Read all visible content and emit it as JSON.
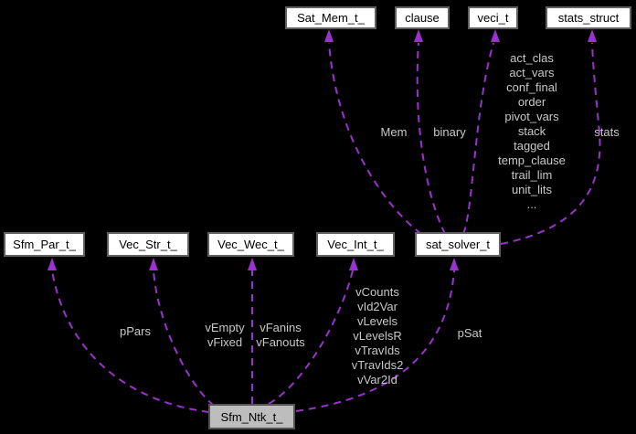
{
  "diagram": {
    "type": "collaboration-graph",
    "colors": {
      "background": "#000000",
      "edge": "#9a32cd",
      "edge_label": "#c8c8c8",
      "node_fill": "#ffffff",
      "node_border": "#606060",
      "highlight_node_fill": "#bdbdbd",
      "highlight_node_border": "#525252"
    },
    "nodes": {
      "sat_mem": {
        "label": "Sat_Mem_t_"
      },
      "clause": {
        "label": "clause"
      },
      "veci": {
        "label": "veci_t"
      },
      "stats_struct": {
        "label": "stats_struct"
      },
      "sfm_par": {
        "label": "Sfm_Par_t_"
      },
      "vec_str": {
        "label": "Vec_Str_t_"
      },
      "vec_wec": {
        "label": "Vec_Wec_t_"
      },
      "vec_int": {
        "label": "Vec_Int_t_"
      },
      "sat_solver": {
        "label": "sat_solver_t"
      },
      "sfm_ntk": {
        "label": "Sfm_Ntk_t_"
      }
    },
    "edges": {
      "solver_to_sat_mem": {
        "label": "Mem"
      },
      "solver_to_clause": {
        "label": "binary"
      },
      "solver_to_stats": {
        "label": "stats"
      },
      "solver_to_veci": {
        "labels": [
          "act_clas",
          "act_vars",
          "conf_final",
          "order",
          "pivot_vars",
          "stack",
          "tagged",
          "temp_clause",
          "trail_lim",
          "unit_lits",
          "..."
        ]
      },
      "ntk_to_sfm_par": {
        "label": "pPars"
      },
      "ntk_to_vec_str": {
        "labels": [
          "vEmpty",
          "vFixed"
        ]
      },
      "ntk_to_vec_wec": {
        "labels": [
          "vFanins",
          "vFanouts"
        ]
      },
      "ntk_to_vec_int": {
        "labels": [
          "vCounts",
          "vId2Var",
          "vLevels",
          "vLevelsR",
          "vTravIds",
          "vTravIds2",
          "vVar2Id"
        ]
      },
      "ntk_to_sat_solver": {
        "label": "pSat"
      }
    }
  }
}
